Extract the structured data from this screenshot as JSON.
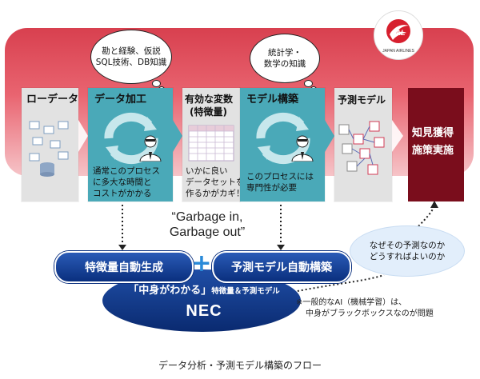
{
  "brand": {
    "jal_text": "JAL",
    "jal_subtitle": "JAPAN AIRLINES",
    "nec_logo": "NEC"
  },
  "stages": {
    "raw_data": {
      "label": "ローデータ"
    },
    "processing": {
      "label": "データ加工",
      "note_lines": [
        "通常このプロセス",
        "に多大な時間と",
        "コストがかかる"
      ]
    },
    "features": {
      "label_lines": [
        "有効な変数",
        "(特徴量)"
      ],
      "note_lines": [
        "いかに良い",
        "データセットを",
        "作るかがカギ！"
      ]
    },
    "model_build": {
      "label": "モデル構築",
      "note_lines": [
        "このプロセスには",
        "専門性が必要"
      ]
    },
    "model": {
      "label": "予測モデル"
    },
    "insight": {
      "label_lines": [
        "知見獲得",
        "施策実施"
      ]
    }
  },
  "bubbles": {
    "processing_lines": [
      "勘と経験、仮説",
      "SQL技術、DB知識"
    ],
    "modeling_lines": [
      "統計学・",
      "数学の知識"
    ]
  },
  "garbage_lines": [
    "“Garbage in,",
    "Garbage out”"
  ],
  "nec": {
    "auto_features": "特徴量自動生成",
    "plus": "+",
    "auto_model": "予測モデル自動構築",
    "tagline_main": "「中身がわかる」",
    "tagline_sub": "特徴量＆予測モデル"
  },
  "question_lines": [
    "なぜその予測なのか",
    "どうすればよいのか"
  ],
  "footnote_lines": [
    "※一般的なAI（機械学習）は、",
    "中身がブラックボックスなのが問題"
  ],
  "caption": "データ分析・予測モデル構築のフロー",
  "colors": {
    "banner_red": "#d8404f",
    "teal": "#4aa9b8",
    "insight_red": "#7a0d1c",
    "nec_blue": "#0a2f7e",
    "question_blue": "#e2eefb"
  }
}
